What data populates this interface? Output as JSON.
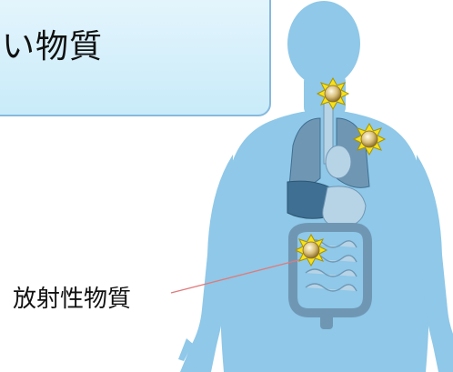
{
  "title": {
    "text": "い物質"
  },
  "label": {
    "text": "放射性物質"
  },
  "colors": {
    "box_fill_top": "#e7f6fd",
    "box_fill_bottom": "#c9ebf9",
    "box_border": "#86b9dd",
    "body": "#8fc8e8",
    "organs_dark": "#3f6f92",
    "organs_mid": "#6f97b4",
    "organs_light": "#b7d3e6",
    "leader_line": "#e07a7a",
    "marker_yellow": "#f7e21a",
    "marker_core": "#c9a95a"
  },
  "markers": [
    {
      "name": "thyroid",
      "icon": "radiation-marker-icon"
    },
    {
      "name": "lung",
      "icon": "radiation-marker-icon"
    },
    {
      "name": "intestine",
      "icon": "radiation-marker-icon"
    }
  ]
}
